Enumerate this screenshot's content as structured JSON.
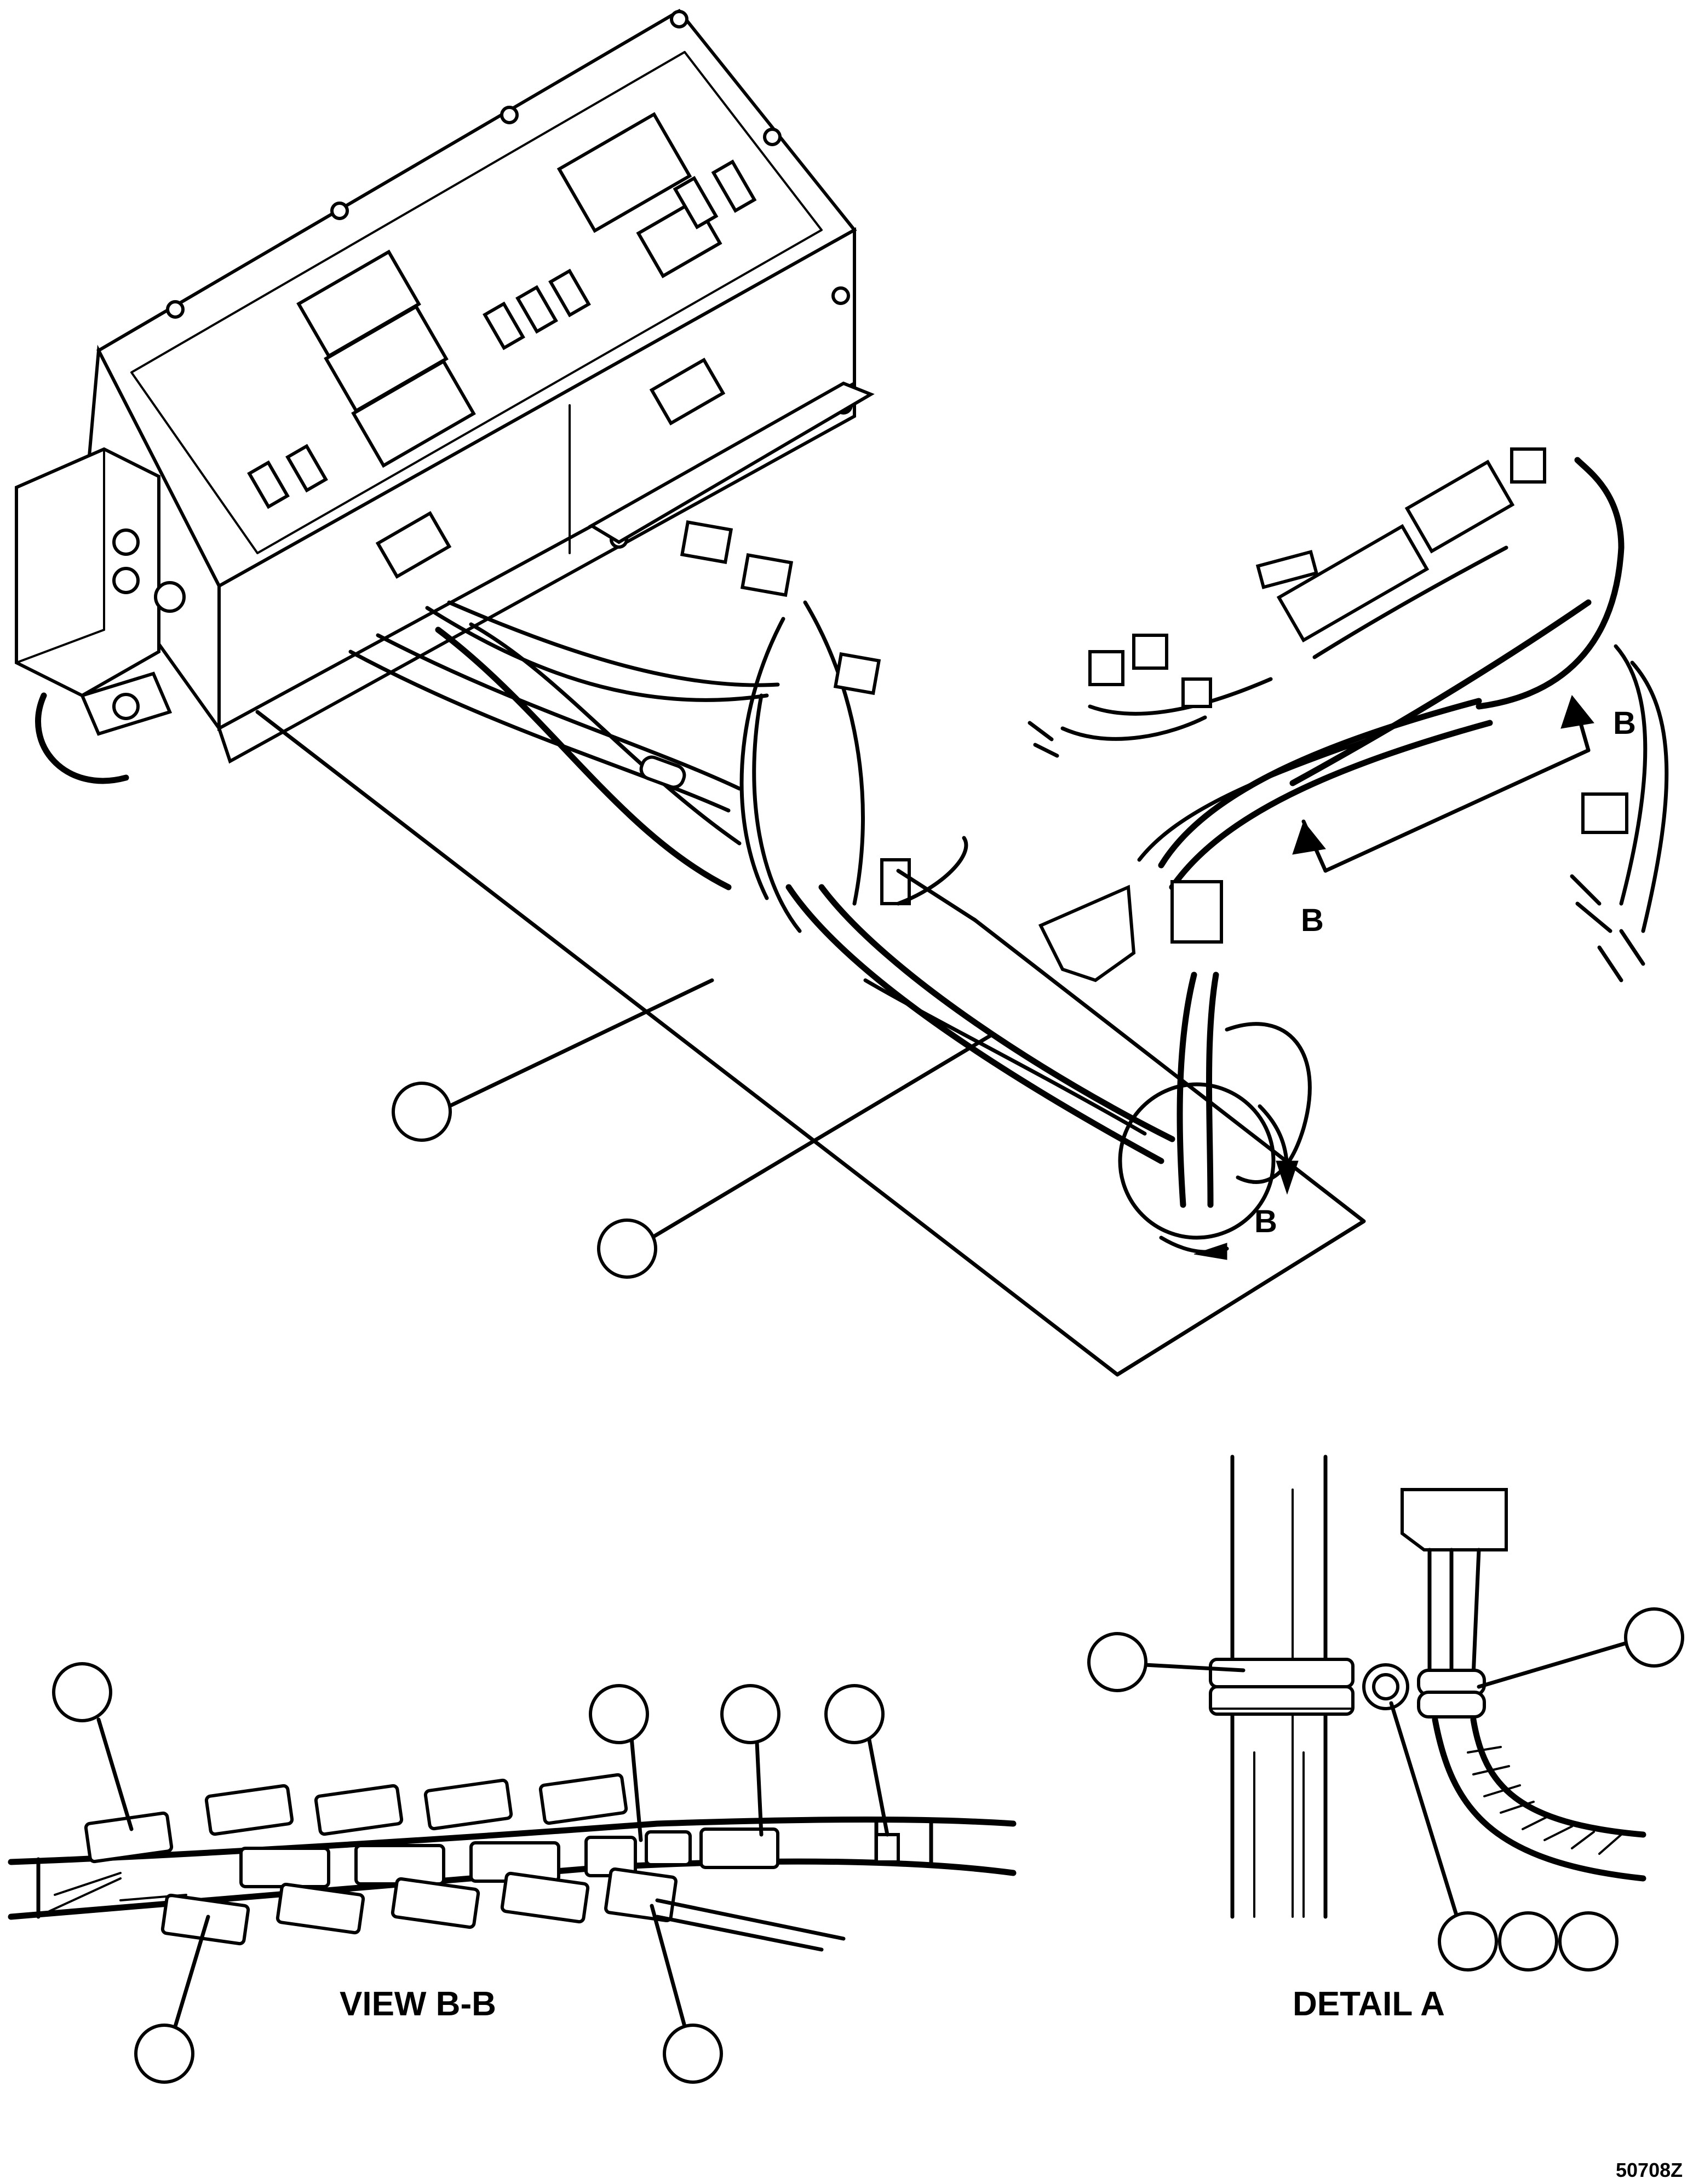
{
  "figure": {
    "section_arrow_label": "B",
    "view_caption": "VIEW B-B",
    "detail_caption": "DETAIL A",
    "figure_number": "50708Z"
  }
}
